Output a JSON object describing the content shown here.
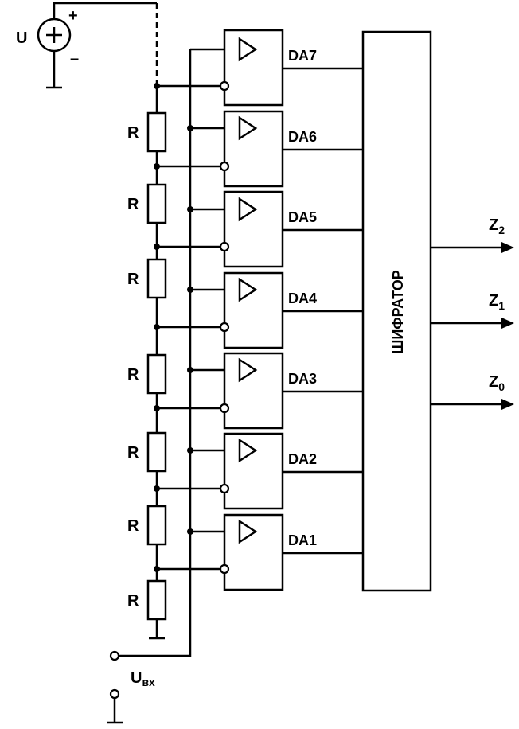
{
  "source": {
    "label": "U",
    "plus": "+",
    "minus": "–"
  },
  "resistor_label": "R",
  "comparators": [
    "DA7",
    "DA6",
    "DA5",
    "DA4",
    "DA3",
    "DA2",
    "DA1"
  ],
  "encoder": {
    "label": "ШИФРАТОР"
  },
  "outputs": [
    {
      "main": "Z",
      "sub": "2"
    },
    {
      "main": "Z",
      "sub": "1"
    },
    {
      "main": "Z",
      "sub": "0"
    }
  ],
  "input": {
    "main": "U",
    "sub": "вх"
  }
}
